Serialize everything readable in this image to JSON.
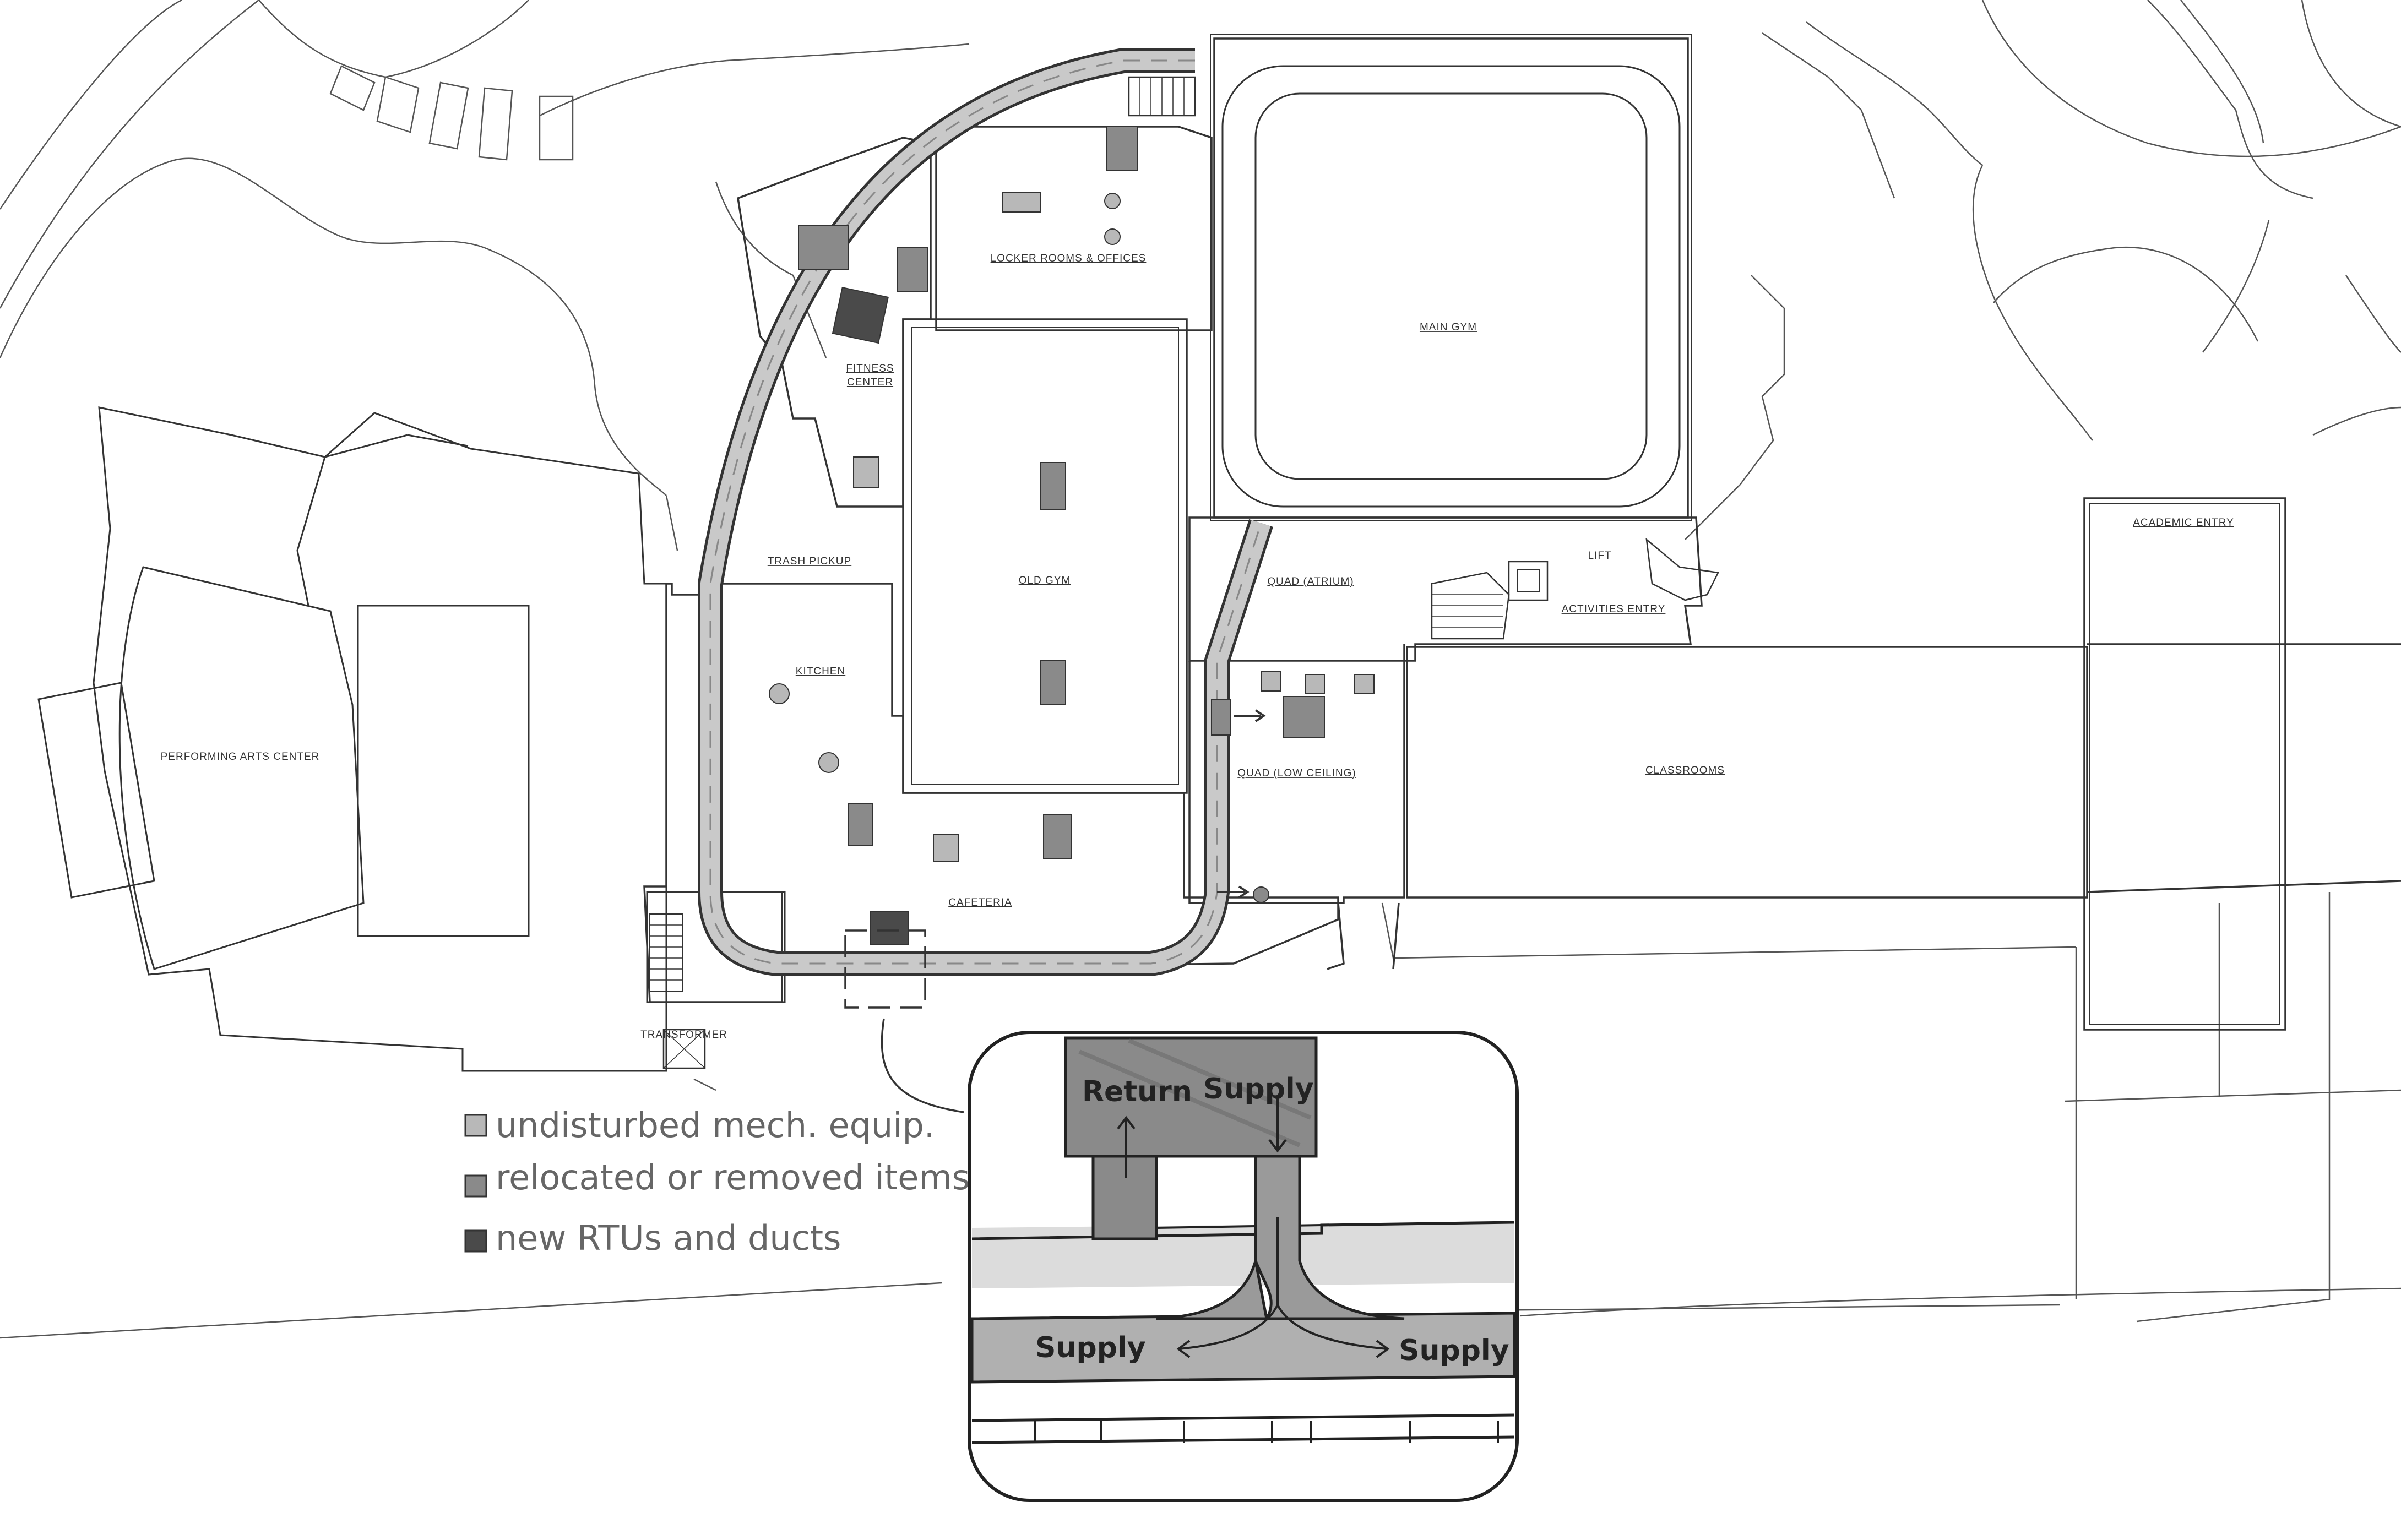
{
  "rooms": {
    "performing_arts": "PERFORMING ARTS CENTER",
    "locker_rooms": "LOCKER ROOMS & OFFICES",
    "main_gym": "MAIN GYM",
    "fitness_center_line1": "FITNESS",
    "fitness_center_line2": "CENTER",
    "trash_pickup": "TRASH PICKUP",
    "old_gym": "OLD GYM",
    "kitchen": "KITCHEN",
    "cafeteria": "CAFETERIA",
    "quad_atrium": "QUAD (ATRIUM)",
    "activities_entry": "ACTIVITIES ENTRY",
    "quad_low_ceiling": "QUAD (LOW CEILING)",
    "classrooms": "CLASSROOMS",
    "academic_entry": "ACADEMIC ENTRY",
    "transformer": "TRANSFORMER",
    "lift": "LIFT"
  },
  "legend": {
    "undisturbed": "undisturbed mech. equip.",
    "relocated": "relocated or removed items",
    "new_rtus": "new RTUs and ducts"
  },
  "inset": {
    "return": "Return",
    "supply_top": "Supply",
    "supply_left": "Supply",
    "supply_right": "Supply"
  },
  "colors": {
    "line": "#333333",
    "undisturbed": "#b8b8b8",
    "relocated": "#8a8a8a",
    "new": "#4a4a4a",
    "duct_fill": "#c9c9c9"
  }
}
